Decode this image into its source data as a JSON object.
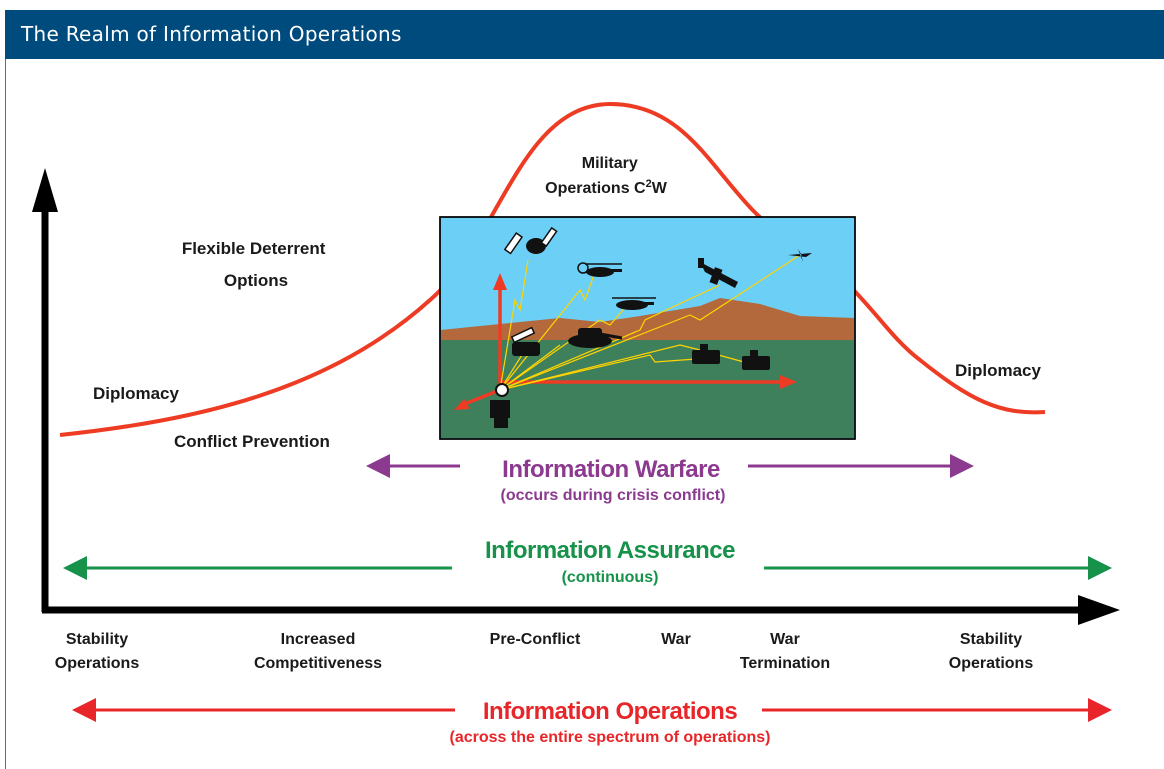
{
  "header": {
    "title": "The Realm of Information Operations"
  },
  "curve_labels": {
    "military_line1": "Military",
    "military_line2": "Operations C",
    "military_sup": "2",
    "military_tail": "W",
    "flexible_line1": "Flexible Deterrent",
    "flexible_line2": "Options",
    "diplomacy_left": "Diplomacy",
    "conflict_prevention": "Conflict Prevention",
    "diplomacy_right": "Diplomacy"
  },
  "info_warfare": {
    "title": "Information Warfare",
    "subtitle": "(occurs during crisis conflict)",
    "color": "#8b3a8f"
  },
  "info_assurance": {
    "title": "Information Assurance",
    "subtitle": "(continuous)",
    "color": "#16924a"
  },
  "info_operations": {
    "title": "Information Operations",
    "subtitle": "(across the entire spectrum of operations)",
    "color": "#e8262a"
  },
  "axis_labels": [
    {
      "line1": "Stability",
      "line2": "Operations"
    },
    {
      "line1": "Increased",
      "line2": "Competitiveness"
    },
    {
      "line1": "Pre-Conflict",
      "line2": ""
    },
    {
      "line1": "War",
      "line2": ""
    },
    {
      "line1": "War",
      "line2": "Termination"
    },
    {
      "line1": "Stability",
      "line2": "Operations"
    }
  ],
  "colors": {
    "curve": "#ee3b24",
    "header": "#004b7e",
    "sky": "#6ccff6",
    "ground": "#3e7f5c",
    "hills": "#b3693b",
    "link": "#ffd400"
  }
}
